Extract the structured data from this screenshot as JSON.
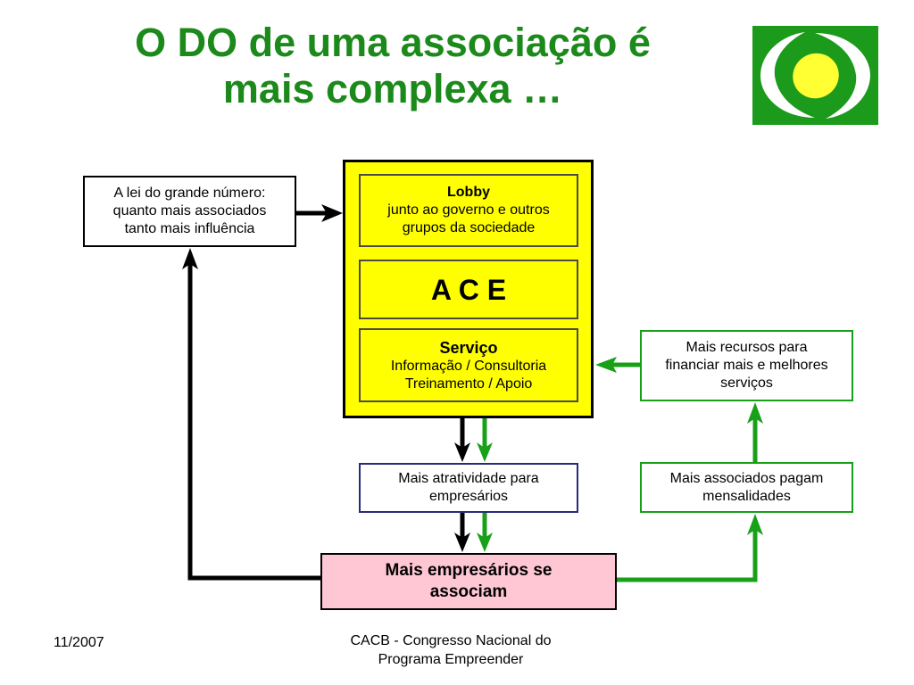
{
  "title": {
    "line1": "O DO de uma associação é",
    "line2": "mais complexa …"
  },
  "boxes": {
    "lei": {
      "line1": "A lei do grande número:",
      "line2": "quanto mais associados",
      "line3": "tanto mais influência"
    },
    "lobby": {
      "heading": "Lobby",
      "line1": "junto ao governo e outros",
      "line2": "grupos da sociedade"
    },
    "ace": {
      "label": "A C E"
    },
    "servico": {
      "heading": "Serviço",
      "line1": "Informação / Consultoria",
      "line2": "Treinamento / Apoio"
    },
    "recursos": {
      "line1": "Mais recursos para",
      "line2": "financiar mais e melhores",
      "line3": "serviços"
    },
    "atratividade": {
      "line1": "Mais atratividade para",
      "line2": "empresários"
    },
    "associados_pagam": {
      "line1": "Mais associados pagam",
      "line2": "mensalidades"
    },
    "empresarios": {
      "line1": "Mais empresários se",
      "line2": "associam"
    }
  },
  "footer": {
    "date": "11/2007",
    "line1": "CACB - Congresso Nacional do",
    "line2": "Programa Empreender"
  },
  "colors": {
    "title_green": "#1b8a1b",
    "arrow_green": "#19a019",
    "ace_yellow": "#ffff00",
    "pink": "#ffc6d4",
    "navy_border": "#2a2a7a"
  }
}
